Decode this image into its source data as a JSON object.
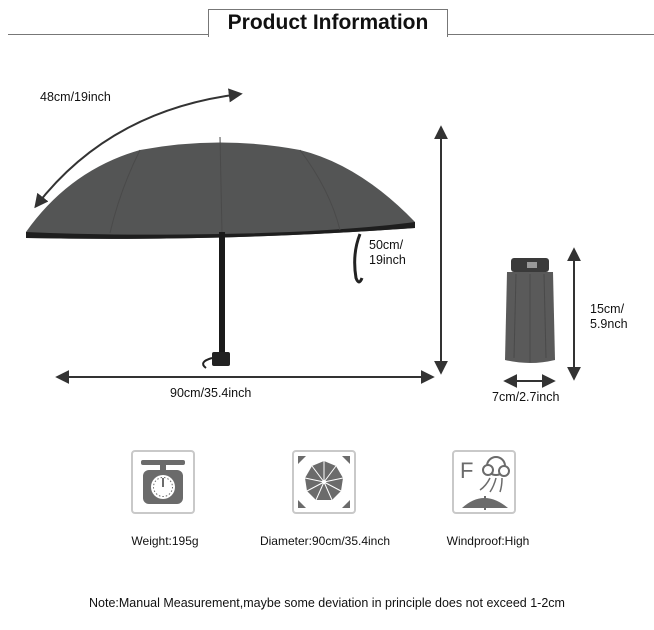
{
  "header": {
    "title": "Product Information"
  },
  "dimensions": {
    "rib_length": "48cm/19inch",
    "open_height": [
      "50cm/",
      "19inch"
    ],
    "open_diameter": "90cm/35.4inch",
    "folded_length": [
      "15cm/",
      "5.9nch"
    ],
    "folded_width": "7cm/2.7inch"
  },
  "features": [
    {
      "icon": "scale-icon",
      "label": "Weight:195g"
    },
    {
      "icon": "umbrella-canopy-icon",
      "label": "Diameter:90cm/35.4inch"
    },
    {
      "icon": "wind-icon",
      "label": "Windproof:High",
      "glyph": "F"
    }
  ],
  "note": "Note:Manual Measurement,maybe some deviation in principle does not exceed 1-2cm",
  "colors": {
    "canopy": "#545555",
    "canopy_dark": "#2b2b2b",
    "icon_gray": "#6b6b6b",
    "border": "#c9c9c9"
  }
}
